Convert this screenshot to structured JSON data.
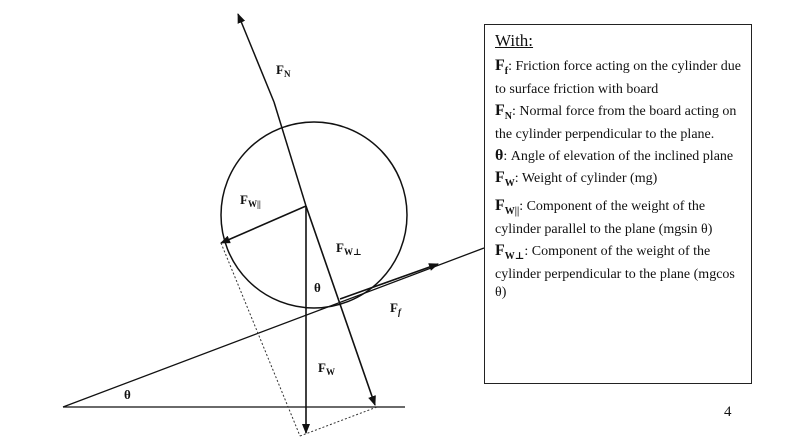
{
  "diagram": {
    "labels": {
      "fn": "F",
      "fn_sub": "N",
      "fwpar": "F",
      "fwpar_sub": "W||",
      "fwperp": "F",
      "fwperp_sub": "W⊥",
      "theta_center": "θ",
      "ff": "F",
      "ff_sub": "f",
      "fw": "F",
      "fw_sub": "W",
      "theta_base": "θ"
    }
  },
  "legend": {
    "title": "With:",
    "entries": [
      {
        "sym": "F",
        "sub": "f",
        "text": ": Friction force acting on the cylinder due to surface friction with board"
      },
      {
        "sym": "F",
        "sub": "N",
        "text": ": Normal force from the board acting on the cylinder perpendicular to the plane."
      },
      {
        "sym": "θ",
        "sub": "",
        "text": ": Angle of elevation of the inclined plane"
      },
      {
        "sym": "F",
        "sub": "W",
        "text": ": Weight of cylinder (mg)"
      },
      {
        "sym": "F",
        "sub": "W||",
        "text": ": Component of the weight of the cylinder parallel to the plane (mgsin θ)"
      },
      {
        "sym": "F",
        "sub": "W⊥",
        "text": ": Component of the weight of the cylinder perpendicular to the plane (mgcos θ)"
      }
    ]
  },
  "page_number": "4"
}
